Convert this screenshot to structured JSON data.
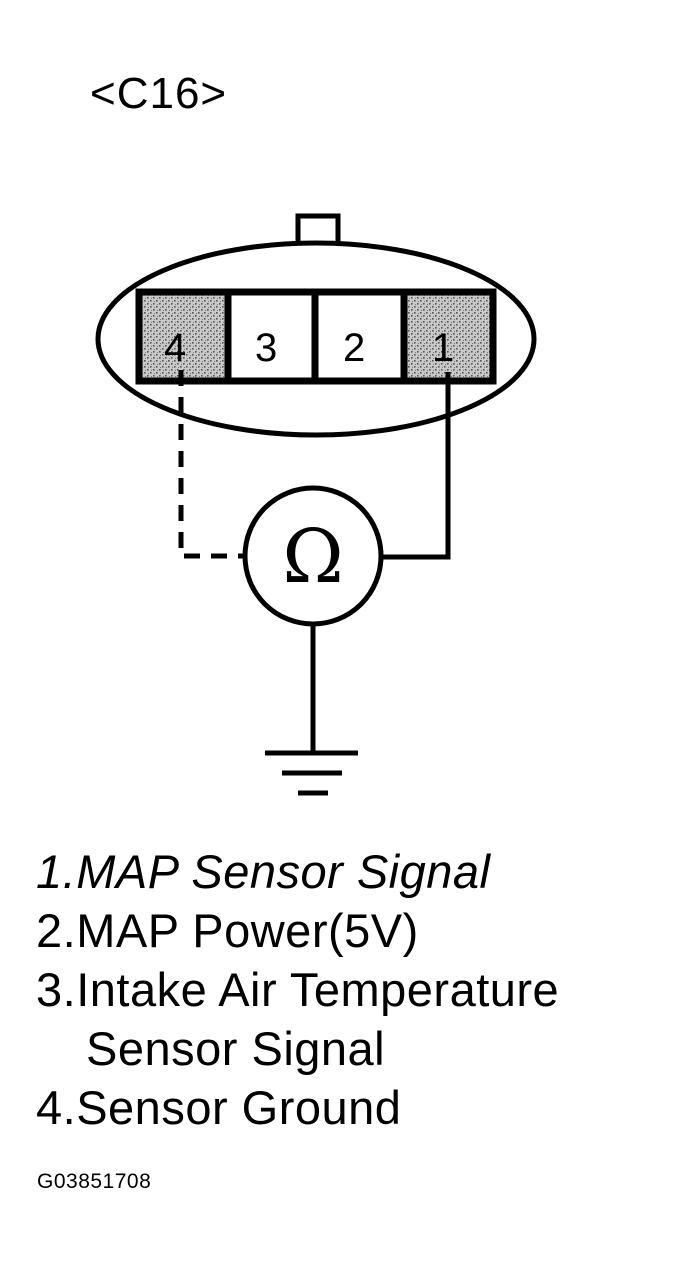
{
  "connector_id": "<C16>",
  "connector": {
    "pins": [
      {
        "number": "4",
        "shaded": true
      },
      {
        "number": "3",
        "shaded": false
      },
      {
        "number": "2",
        "shaded": false
      },
      {
        "number": "1",
        "shaded": true
      }
    ]
  },
  "meter_symbol": "Ω",
  "legend": {
    "item1": "1.MAP Sensor Signal",
    "item2": "2.MAP Power(5V)",
    "item3_line1": "3.Intake Air Temperature",
    "item3_line2": "Sensor Signal",
    "item4": "4.Sensor Ground"
  },
  "figure_id": "G03851708"
}
